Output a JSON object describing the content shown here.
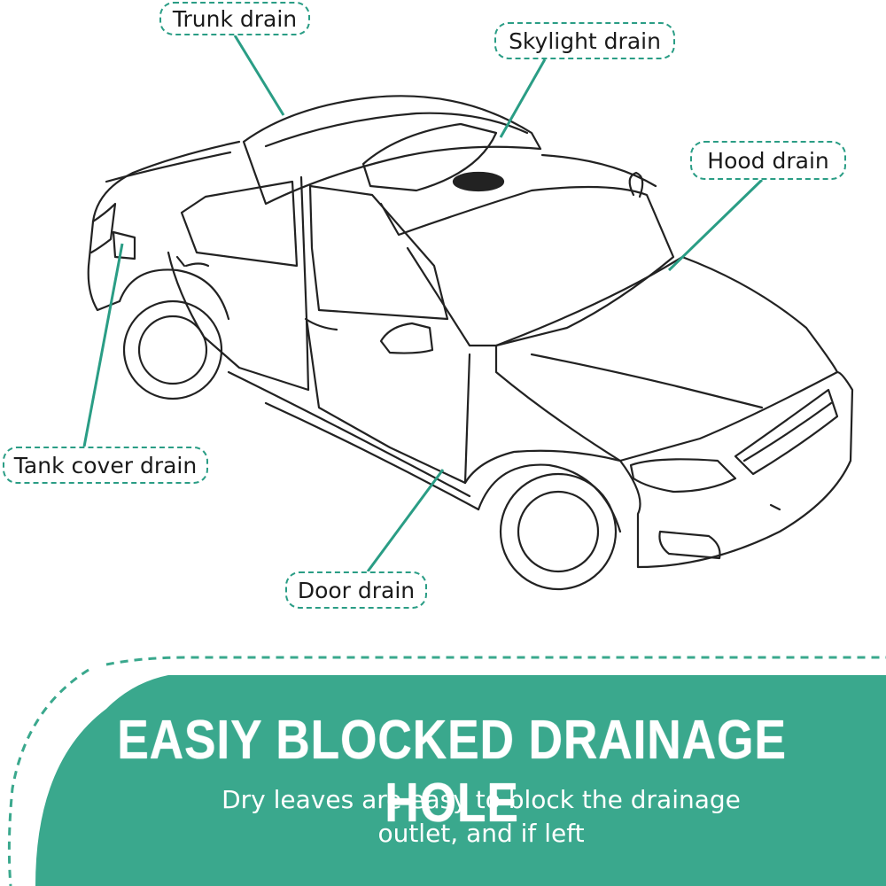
{
  "labels": {
    "trunk": "Trunk drain",
    "skylight": "Skylight drain",
    "hood": "Hood drain",
    "tank_cover": "Tank cover drain",
    "door": "Door drain"
  },
  "banner": {
    "title": "EASIY BLOCKED DRAINAGE HOLE",
    "subtitle_line1": "Dry leaves are easy to block the drainage",
    "subtitle_line2": "outlet, and if left"
  },
  "colors": {
    "accent": "#2a9d85",
    "banner": "#3aa88d",
    "line": "#222222"
  }
}
